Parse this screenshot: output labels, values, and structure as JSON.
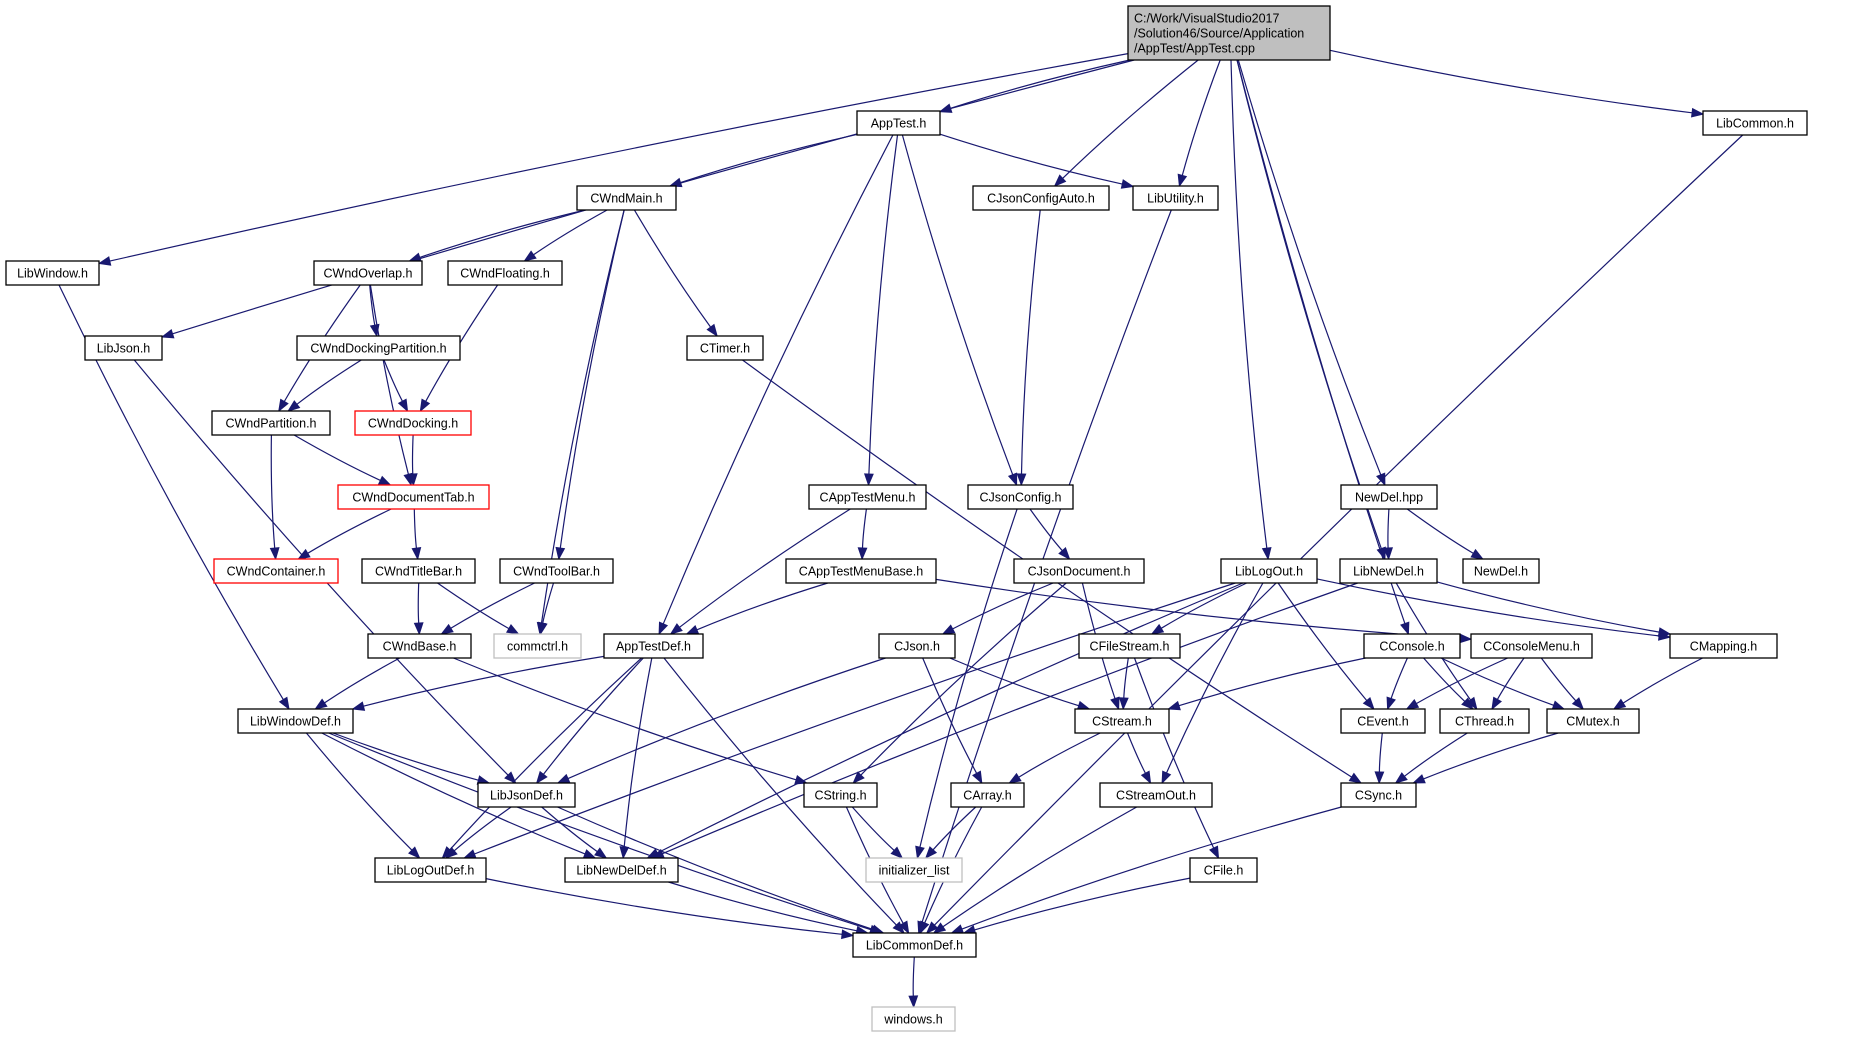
{
  "graph": {
    "nodes": [
      {
        "id": "apptest_cpp",
        "lines": [
          "C:/Work/VisualStudio2017",
          "/Solution46/Source/Application",
          "/AppTest/AppTest.cpp"
        ],
        "style": "highlight"
      },
      {
        "id": "apptest_h",
        "lines": [
          "AppTest.h"
        ],
        "style": "normal"
      },
      {
        "id": "libcommon_h",
        "lines": [
          "LibCommon.h"
        ],
        "style": "normal"
      },
      {
        "id": "cwndmain_h",
        "lines": [
          "CWndMain.h"
        ],
        "style": "normal"
      },
      {
        "id": "cjsonconfigauto_h",
        "lines": [
          "CJsonConfigAuto.h"
        ],
        "style": "normal"
      },
      {
        "id": "libutility_h",
        "lines": [
          "LibUtility.h"
        ],
        "style": "normal"
      },
      {
        "id": "libwindow_h",
        "lines": [
          "LibWindow.h"
        ],
        "style": "normal"
      },
      {
        "id": "cwndoverlap_h",
        "lines": [
          "CWndOverlap.h"
        ],
        "style": "normal"
      },
      {
        "id": "cwndfloating_h",
        "lines": [
          "CWndFloating.h"
        ],
        "style": "normal"
      },
      {
        "id": "libjson_h",
        "lines": [
          "LibJson.h"
        ],
        "style": "normal"
      },
      {
        "id": "cwnddockingpartition_h",
        "lines": [
          "CWndDockingPartition.h"
        ],
        "style": "normal"
      },
      {
        "id": "ctimer_h",
        "lines": [
          "CTimer.h"
        ],
        "style": "normal"
      },
      {
        "id": "cwndpartition_h",
        "lines": [
          "CWndPartition.h"
        ],
        "style": "normal"
      },
      {
        "id": "cwnddocking_h",
        "lines": [
          "CWndDocking.h"
        ],
        "style": "red"
      },
      {
        "id": "cwnddocumenttab_h",
        "lines": [
          "CWndDocumentTab.h"
        ],
        "style": "red"
      },
      {
        "id": "capptestmenu_h",
        "lines": [
          "CAppTestMenu.h"
        ],
        "style": "normal"
      },
      {
        "id": "cjsonconfig_h",
        "lines": [
          "CJsonConfig.h"
        ],
        "style": "normal"
      },
      {
        "id": "newdel_hpp",
        "lines": [
          "NewDel.hpp"
        ],
        "style": "normal"
      },
      {
        "id": "cwndcontainer_h",
        "lines": [
          "CWndContainer.h"
        ],
        "style": "red"
      },
      {
        "id": "cwndtitlebar_h",
        "lines": [
          "CWndTitleBar.h"
        ],
        "style": "normal"
      },
      {
        "id": "cwndtoolbar_h",
        "lines": [
          "CWndToolBar.h"
        ],
        "style": "normal"
      },
      {
        "id": "capptestmenubase_h",
        "lines": [
          "CAppTestMenuBase.h"
        ],
        "style": "normal"
      },
      {
        "id": "cjsondocument_h",
        "lines": [
          "CJsonDocument.h"
        ],
        "style": "normal"
      },
      {
        "id": "liblogout_h",
        "lines": [
          "LibLogOut.h"
        ],
        "style": "normal"
      },
      {
        "id": "libnewdel_h",
        "lines": [
          "LibNewDel.h"
        ],
        "style": "normal"
      },
      {
        "id": "newdel_h",
        "lines": [
          "NewDel.h"
        ],
        "style": "normal"
      },
      {
        "id": "cwndbase_h",
        "lines": [
          "CWndBase.h"
        ],
        "style": "normal"
      },
      {
        "id": "commctrl_h",
        "lines": [
          "commctrl.h"
        ],
        "style": "gray"
      },
      {
        "id": "apptestdef_h",
        "lines": [
          "AppTestDef.h"
        ],
        "style": "normal"
      },
      {
        "id": "cjson_h",
        "lines": [
          "CJson.h"
        ],
        "style": "normal"
      },
      {
        "id": "cfilestream_h",
        "lines": [
          "CFileStream.h"
        ],
        "style": "normal"
      },
      {
        "id": "cconsole_h",
        "lines": [
          "CConsole.h"
        ],
        "style": "normal"
      },
      {
        "id": "cconsolemenu_h",
        "lines": [
          "CConsoleMenu.h"
        ],
        "style": "normal"
      },
      {
        "id": "cmapping_h",
        "lines": [
          "CMapping.h"
        ],
        "style": "normal"
      },
      {
        "id": "libwindowdef_h",
        "lines": [
          "LibWindowDef.h"
        ],
        "style": "normal"
      },
      {
        "id": "cstream_h",
        "lines": [
          "CStream.h"
        ],
        "style": "normal"
      },
      {
        "id": "cevent_h",
        "lines": [
          "CEvent.h"
        ],
        "style": "normal"
      },
      {
        "id": "cthread_h",
        "lines": [
          "CThread.h"
        ],
        "style": "normal"
      },
      {
        "id": "cmutex_h",
        "lines": [
          "CMutex.h"
        ],
        "style": "normal"
      },
      {
        "id": "libjsondef_h",
        "lines": [
          "LibJsonDef.h"
        ],
        "style": "normal"
      },
      {
        "id": "cstring_h",
        "lines": [
          "CString.h"
        ],
        "style": "normal"
      },
      {
        "id": "carray_h",
        "lines": [
          "CArray.h"
        ],
        "style": "normal"
      },
      {
        "id": "cstreamout_h",
        "lines": [
          "CStreamOut.h"
        ],
        "style": "normal"
      },
      {
        "id": "csync_h",
        "lines": [
          "CSync.h"
        ],
        "style": "normal"
      },
      {
        "id": "liblogoutdef_h",
        "lines": [
          "LibLogOutDef.h"
        ],
        "style": "normal"
      },
      {
        "id": "libnewdeldef_h",
        "lines": [
          "LibNewDelDef.h"
        ],
        "style": "normal"
      },
      {
        "id": "initializer_list",
        "lines": [
          "initializer_list"
        ],
        "style": "gray"
      },
      {
        "id": "cfile_h",
        "lines": [
          "CFile.h"
        ],
        "style": "normal"
      },
      {
        "id": "libcommondef_h",
        "lines": [
          "LibCommonDef.h"
        ],
        "style": "normal"
      },
      {
        "id": "windows_h",
        "lines": [
          "windows.h"
        ],
        "style": "gray"
      }
    ],
    "edges": [
      [
        "apptest_cpp",
        "apptest_h"
      ],
      [
        "apptest_cpp",
        "libcommon_h"
      ],
      [
        "apptest_cpp",
        "libwindow_h"
      ],
      [
        "apptest_cpp",
        "libjson_h"
      ],
      [
        "apptest_cpp",
        "cjsonconfigauto_h"
      ],
      [
        "apptest_cpp",
        "libutility_h"
      ],
      [
        "apptest_cpp",
        "liblogout_h"
      ],
      [
        "apptest_cpp",
        "libnewdel_h"
      ],
      [
        "apptest_cpp",
        "newdel_hpp"
      ],
      [
        "apptest_cpp",
        "cconsole_h"
      ],
      [
        "apptest_h",
        "cwndmain_h"
      ],
      [
        "apptest_h",
        "libutility_h"
      ],
      [
        "apptest_h",
        "capptestmenu_h"
      ],
      [
        "apptest_h",
        "cjsonconfig_h"
      ],
      [
        "apptest_h",
        "apptestdef_h"
      ],
      [
        "libcommon_h",
        "libcommondef_h"
      ],
      [
        "cwndmain_h",
        "cwndoverlap_h"
      ],
      [
        "cwndmain_h",
        "cwndfloating_h"
      ],
      [
        "cwndmain_h",
        "ctimer_h"
      ],
      [
        "cwndmain_h",
        "cwndtoolbar_h"
      ],
      [
        "cwndmain_h",
        "commctrl_h"
      ],
      [
        "cjsonconfigauto_h",
        "cjsonconfig_h"
      ],
      [
        "libutility_h",
        "libcommondef_h"
      ],
      [
        "libwindow_h",
        "libwindowdef_h"
      ],
      [
        "cwndoverlap_h",
        "cwnddockingpartition_h"
      ],
      [
        "cwndoverlap_h",
        "cwndpartition_h"
      ],
      [
        "cwndoverlap_h",
        "cwnddocumenttab_h"
      ],
      [
        "cwndfloating_h",
        "cwnddocking_h"
      ],
      [
        "libjson_h",
        "libjsondef_h"
      ],
      [
        "cwnddockingpartition_h",
        "cwndpartition_h"
      ],
      [
        "cwnddockingpartition_h",
        "cwnddocking_h"
      ],
      [
        "ctimer_h",
        "csync_h"
      ],
      [
        "cwndpartition_h",
        "cwndcontainer_h"
      ],
      [
        "cwndpartition_h",
        "cwnddocumenttab_h"
      ],
      [
        "cwnddocking_h",
        "cwnddocumenttab_h"
      ],
      [
        "cwnddocumenttab_h",
        "cwndcontainer_h"
      ],
      [
        "cwnddocumenttab_h",
        "cwndtitlebar_h"
      ],
      [
        "capptestmenu_h",
        "capptestmenubase_h"
      ],
      [
        "capptestmenu_h",
        "apptestdef_h"
      ],
      [
        "cjsonconfig_h",
        "cjsondocument_h"
      ],
      [
        "cjsonconfig_h",
        "initializer_list"
      ],
      [
        "newdel_hpp",
        "libnewdel_h"
      ],
      [
        "newdel_hpp",
        "newdel_h"
      ],
      [
        "cwndtitlebar_h",
        "cwndbase_h"
      ],
      [
        "cwndtitlebar_h",
        "commctrl_h"
      ],
      [
        "cwndtoolbar_h",
        "cwndbase_h"
      ],
      [
        "cwndtoolbar_h",
        "commctrl_h"
      ],
      [
        "capptestmenubase_h",
        "apptestdef_h"
      ],
      [
        "capptestmenubase_h",
        "cconsolemenu_h"
      ],
      [
        "cjsondocument_h",
        "cjson_h"
      ],
      [
        "cjsondocument_h",
        "cstream_h"
      ],
      [
        "cjsondocument_h",
        "cstring_h"
      ],
      [
        "liblogout_h",
        "cfilestream_h"
      ],
      [
        "liblogout_h",
        "cevent_h"
      ],
      [
        "liblogout_h",
        "cmapping_h"
      ],
      [
        "liblogout_h",
        "cstreamout_h"
      ],
      [
        "liblogout_h",
        "liblogoutdef_h"
      ],
      [
        "liblogout_h",
        "libnewdeldef_h"
      ],
      [
        "libnewdel_h",
        "cmapping_h"
      ],
      [
        "libnewdel_h",
        "cthread_h"
      ],
      [
        "libnewdel_h",
        "libnewdeldef_h"
      ],
      [
        "cwndbase_h",
        "libwindowdef_h"
      ],
      [
        "cwndbase_h",
        "cstring_h"
      ],
      [
        "apptestdef_h",
        "libwindowdef_h"
      ],
      [
        "apptestdef_h",
        "libjsondef_h"
      ],
      [
        "apptestdef_h",
        "liblogoutdef_h"
      ],
      [
        "apptestdef_h",
        "libnewdeldef_h"
      ],
      [
        "apptestdef_h",
        "libcommondef_h"
      ],
      [
        "cjson_h",
        "libjsondef_h"
      ],
      [
        "cjson_h",
        "cstream_h"
      ],
      [
        "cjson_h",
        "carray_h"
      ],
      [
        "cfilestream_h",
        "cstream_h"
      ],
      [
        "cfilestream_h",
        "cfile_h"
      ],
      [
        "cconsole_h",
        "cstream_h"
      ],
      [
        "cconsole_h",
        "cevent_h"
      ],
      [
        "cconsole_h",
        "cthread_h"
      ],
      [
        "cconsole_h",
        "cmutex_h"
      ],
      [
        "cconsolemenu_h",
        "cevent_h"
      ],
      [
        "cconsolemenu_h",
        "cthread_h"
      ],
      [
        "cconsolemenu_h",
        "cmutex_h"
      ],
      [
        "cmapping_h",
        "cmutex_h"
      ],
      [
        "libwindowdef_h",
        "libjsondef_h"
      ],
      [
        "libwindowdef_h",
        "liblogoutdef_h"
      ],
      [
        "libwindowdef_h",
        "libnewdeldef_h"
      ],
      [
        "libwindowdef_h",
        "libcommondef_h"
      ],
      [
        "cstream_h",
        "carray_h"
      ],
      [
        "cstream_h",
        "cstreamout_h"
      ],
      [
        "cevent_h",
        "csync_h"
      ],
      [
        "cthread_h",
        "csync_h"
      ],
      [
        "cmutex_h",
        "csync_h"
      ],
      [
        "libjsondef_h",
        "liblogoutdef_h"
      ],
      [
        "libjsondef_h",
        "libnewdeldef_h"
      ],
      [
        "libjsondef_h",
        "libcommondef_h"
      ],
      [
        "cstring_h",
        "initializer_list"
      ],
      [
        "cstring_h",
        "libcommondef_h"
      ],
      [
        "carray_h",
        "initializer_list"
      ],
      [
        "carray_h",
        "libcommondef_h"
      ],
      [
        "cstreamout_h",
        "libcommondef_h"
      ],
      [
        "csync_h",
        "libcommondef_h"
      ],
      [
        "liblogoutdef_h",
        "libcommondef_h"
      ],
      [
        "libnewdeldef_h",
        "libcommondef_h"
      ],
      [
        "cfile_h",
        "libcommondef_h"
      ],
      [
        "libcommondef_h",
        "windows_h"
      ]
    ]
  }
}
